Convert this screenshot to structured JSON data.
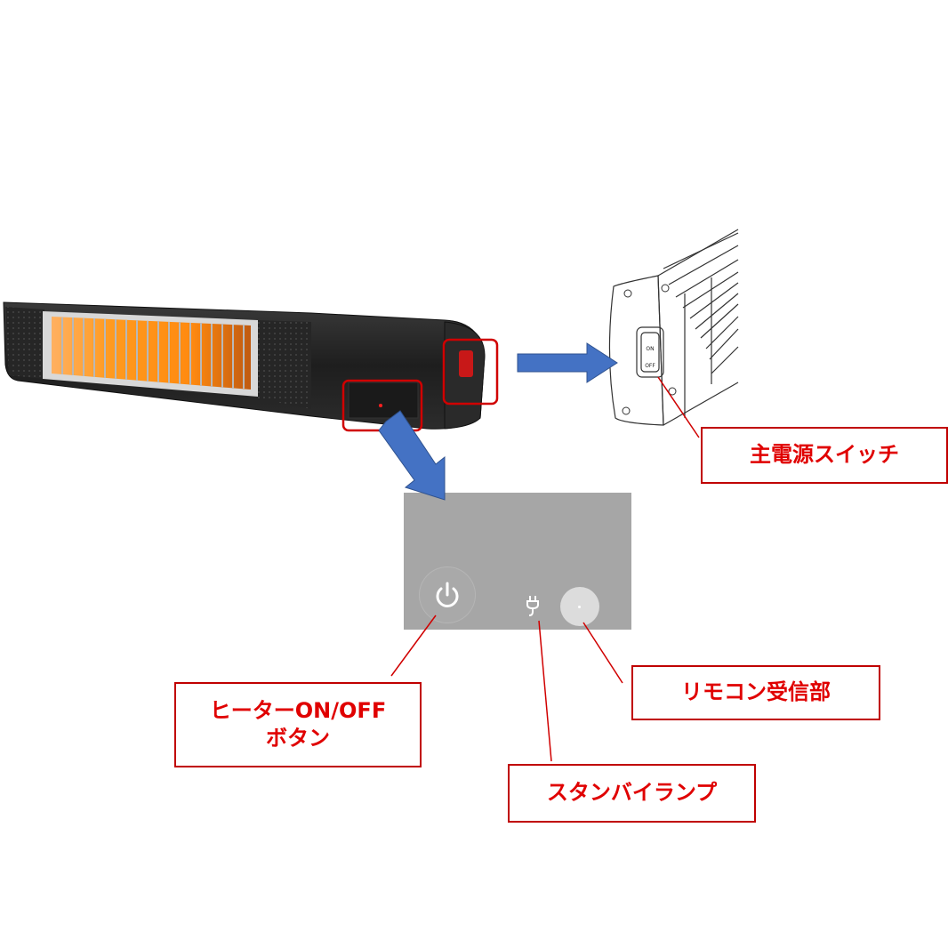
{
  "callouts": {
    "main_switch": "主電源スイッチ",
    "heater_button_line1": "ヒーターON/OFF",
    "heater_button_line2": "ボタン",
    "remote_receiver": "リモコン受信部",
    "standby_lamp": "スタンバイランプ"
  },
  "switch_labels": {
    "on": "ON",
    "off": "OFF"
  },
  "colors": {
    "callout_border": "#c00000",
    "callout_text": "#e00000",
    "arrow_fill": "#4472c4",
    "panel_gray": "#a6a6a6",
    "heater_glow": "#ff9a1f"
  },
  "icons": [
    "power-icon",
    "standby-plug-icon",
    "remote-sensor-icon",
    "arrow-right-icon",
    "arrow-down-right-icon"
  ]
}
